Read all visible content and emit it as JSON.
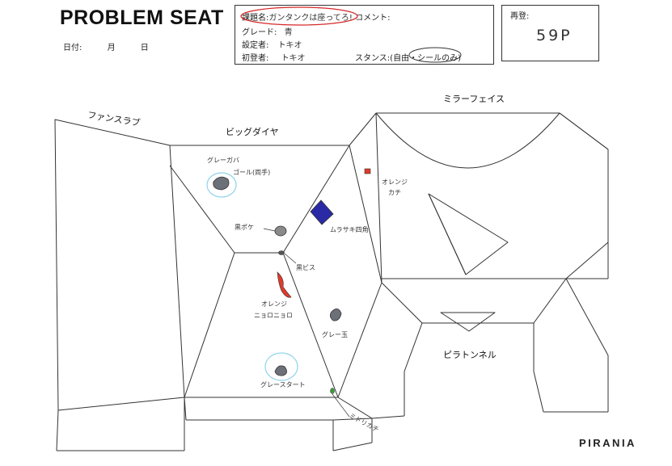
{
  "header": {
    "title": "PROBLEM SEAT",
    "date_label": "日付:",
    "month_label": "月",
    "day_label": "日"
  },
  "info": {
    "problem_name_label": "課題名:",
    "problem_name_value": "ガンタンクは座ってろ!",
    "comment_label": "コメント:",
    "comment_value": "",
    "grade_label": "グレード:",
    "grade_value": "青",
    "setter_label": "設定者:",
    "setter_value": "トキオ",
    "first_ascent_label": "初登者:",
    "first_ascent_value": "トキオ",
    "stance_label": "スタンス:",
    "stance_options": "(自由・シールのみ)",
    "stance_selected": "シールのみ"
  },
  "redo": {
    "label": "再登:",
    "value": "59P"
  },
  "wall_sections": {
    "fan_slab": "ファンスラブ",
    "big_diamond": "ビッグダイヤ",
    "mirror_face": "ミラーフェイス",
    "pira_tunnel": "ピラトンネル"
  },
  "holds": {
    "goal_color": "グレーガバ",
    "goal_note": "ゴール(両手)",
    "orange_kachi": "オレンジ",
    "orange_kachi_type": "カチ",
    "purple_square": "ムラサキ四角",
    "black_pocket": "黒ポケ",
    "black_screw": "黒ビス",
    "orange_nyoro_color": "オレンジ",
    "orange_nyoro_type": "ニョロニョロ",
    "gray_ball": "グレー玉",
    "gray_start": "グレースタート",
    "green_kachi": "ミドリカチ"
  },
  "brand": "PIRANIA",
  "colors": {
    "ink": "#333333",
    "highlight_red": "#d62828",
    "circle_blue": "#8fd3ea",
    "hold_gray": "#6c7078",
    "hold_purple": "#2a2aa6",
    "hold_orange": "#e03a2a",
    "hold_green": "#3a9a3a"
  }
}
